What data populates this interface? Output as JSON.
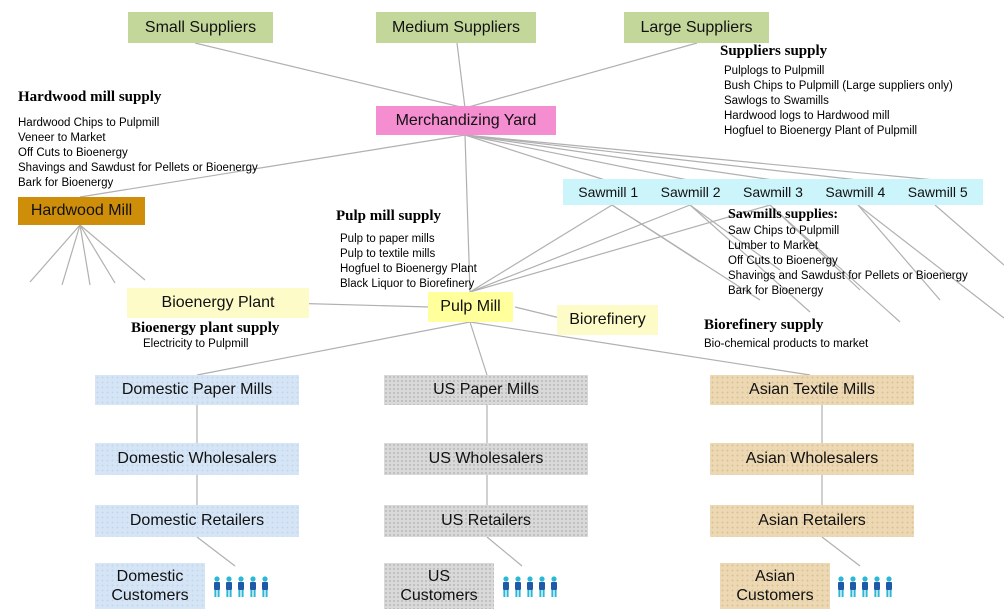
{
  "nodes": {
    "small_suppliers": "Small Suppliers",
    "medium_suppliers": "Medium Suppliers",
    "large_suppliers": "Large Suppliers",
    "merchandizing_yard": "Merchandizing Yard",
    "hardwood_mill": "Hardwood Mill",
    "sawmills": [
      "Sawmill 1",
      "Sawmill 2",
      "Sawmill 3",
      "Sawmill 4",
      "Sawmill 5"
    ],
    "bioenergy_plant": "Bioenergy Plant",
    "pulp_mill": "Pulp Mill",
    "biorefinery": "Biorefinery",
    "domestic_paper_mills": "Domestic Paper Mills",
    "us_paper_mills": "US Paper Mills",
    "asian_textile_mills": "Asian Textile Mills",
    "domestic_wholesalers": "Domestic Wholesalers",
    "us_wholesalers": "US Wholesalers",
    "asian_wholesalers": "Asian Wholesalers",
    "domestic_retailers": "Domestic Retailers",
    "us_retailers": "US Retailers",
    "asian_retailers": "Asian Retailers",
    "domestic_customers": [
      "Domestic",
      "Customers"
    ],
    "us_customers": [
      "US",
      "Customers"
    ],
    "asian_customers": [
      "Asian",
      "Customers"
    ]
  },
  "notes": {
    "suppliers": {
      "title": "Suppliers supply",
      "items": [
        "Pulplogs to Pulpmill",
        "Bush Chips to Pulpmill (Large  suppliers only)",
        "Sawlogs to Swamills",
        "Hardwood  logs to Hardwood  mill",
        "Hogfuel to Bioenergy Plant of Pulpmill"
      ]
    },
    "hardwood": {
      "title": "Hardwood mill supply",
      "items": [
        "Hardwood  Chips to Pulpmill",
        "Veneer to Market",
        "Off Cuts to Bioenergy",
        "Shavings  and Sawdust for  Pellets or Bioenergy",
        "Bark for Bioenergy"
      ]
    },
    "pulp": {
      "title": "Pulp mill supply",
      "items": [
        "Pulp to paper mills",
        "Pulp to textile mills",
        "Hogfuel to Bioenergy Plant",
        "Black Liquor  to Biorefinery"
      ]
    },
    "sawmills": {
      "title": "Sawmills supplies:",
      "items": [
        "Saw Chips to Pulpmill",
        "Lumber to Market",
        "Off Cuts to Bioenergy",
        "Shavings  and Sawdust for  Pellets or Bioenergy",
        "Bark for Bioenergy"
      ]
    },
    "bioenergy": {
      "title": "Bioenergy plant supply",
      "items": [
        "Electricity to Pulpmill"
      ]
    },
    "biorefinery": {
      "title": "Biorefinery supply",
      "items": [
        "Bio-chemical products to market"
      ]
    }
  },
  "colors": {
    "suppliers": "#c4d79b",
    "yard": "#f58ed1",
    "sawmills": "#ccf5fb",
    "hardwood_mill": "#cf8e0a",
    "pulp_mill": "#ffff9c",
    "bioenergy": "#fdfcc9",
    "domestic": "#d6e5f5",
    "us": "#d9d9d9",
    "asian": "#ecd8b2",
    "edges": "#b0b0b0",
    "person_body": "#1f5aa8",
    "person_head": "#2bb7d6"
  },
  "icons": {
    "customer_group": "person-icon"
  }
}
